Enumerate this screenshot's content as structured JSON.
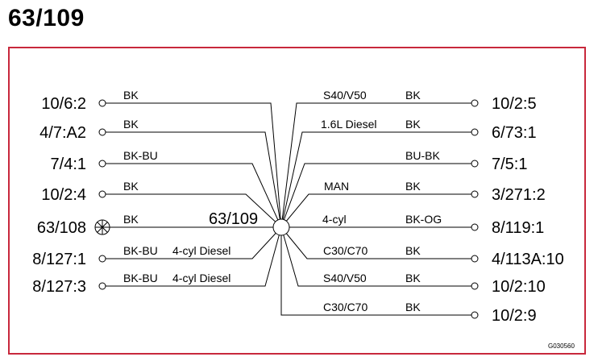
{
  "title": "63/109",
  "hub_label": "63/109",
  "drawing_code": "G030560",
  "colors": {
    "frame": "#c8283c",
    "line": "#000000"
  },
  "left_wires": [
    {
      "terminal": "10/6:2",
      "color": "BK",
      "note": ""
    },
    {
      "terminal": "4/7:A2",
      "color": "BK",
      "note": ""
    },
    {
      "terminal": "7/4:1",
      "color": "BK-BU",
      "note": ""
    },
    {
      "terminal": "10/2:4",
      "color": "BK",
      "note": ""
    },
    {
      "terminal": "63/108",
      "color": "BK",
      "note": "",
      "connector": "crossed-circle"
    },
    {
      "terminal": "8/127:1",
      "color": "BK-BU",
      "note": "4-cyl Diesel"
    },
    {
      "terminal": "8/127:3",
      "color": "BK-BU",
      "note": "4-cyl Diesel"
    }
  ],
  "right_wires": [
    {
      "terminal": "10/2:5",
      "color": "BK",
      "note": "S40/V50"
    },
    {
      "terminal": "6/73:1",
      "color": "BK",
      "note": "1.6L Diesel"
    },
    {
      "terminal": "7/5:1",
      "color": "BU-BK",
      "note": ""
    },
    {
      "terminal": "3/271:2",
      "color": "BK",
      "note": "MAN"
    },
    {
      "terminal": "8/119:1",
      "color": "BK-OG",
      "note": "4-cyl"
    },
    {
      "terminal": "4/113A:10",
      "color": "BK",
      "note": "C30/C70"
    },
    {
      "terminal": "10/2:10",
      "color": "BK",
      "note": "S40/V50"
    },
    {
      "terminal": "10/2:9",
      "color": "BK",
      "note": "C30/C70"
    }
  ]
}
